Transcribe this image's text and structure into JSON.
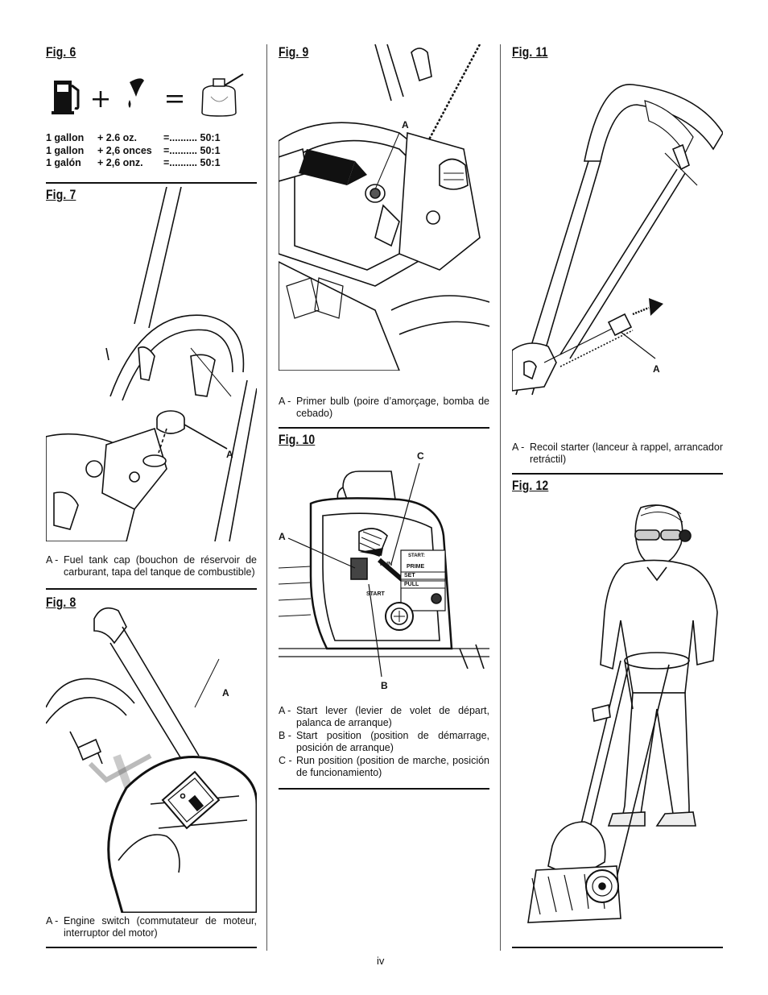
{
  "fig6": {
    "title": "Fig. 6",
    "mix": [
      {
        "a": "1 gallon",
        "b": "+      2.6 oz.",
        "c": "=.......... 50:1"
      },
      {
        "a": "1 gallon",
        "b": "+ 2,6 onces",
        "c": "=.......... 50:1"
      },
      {
        "a": "1 galón",
        "b": "+     2,6 onz.",
        "c": "=.......... 50:1"
      }
    ],
    "icons": [
      "gas-pump-icon",
      "plus-icon",
      "oil-drop-icon",
      "equals-icon",
      "fuel-can-icon"
    ]
  },
  "fig7": {
    "title": "Fig. 7",
    "callout": "A",
    "caption": [
      {
        "key": "A -",
        "text": "Fuel tank cap (bouchon de réservoir de carburant, tapa del tanque de combustible)"
      }
    ]
  },
  "fig8": {
    "title": "Fig. 8",
    "callout": "A",
    "caption": [
      {
        "key": "A -",
        "text": "Engine switch (commutateur de moteur, interruptor del motor)"
      }
    ]
  },
  "fig9": {
    "title": "Fig. 9",
    "callout": "A",
    "caption": [
      {
        "key": "A -",
        "text": "Primer bulb (poire d’amorçage, bomba de cebado)"
      }
    ]
  },
  "fig10": {
    "title": "Fig. 10",
    "callouts": {
      "a": "A",
      "b": "B",
      "c": "C"
    },
    "panel": {
      "run": "RUN",
      "start": "START",
      "prime": "PRIME",
      "set": "SET",
      "pull": "PULL",
      "start_hdr": "START:"
    },
    "caption": [
      {
        "key": "A -",
        "text": "Start lever (levier de volet de départ, palanca de arranque)"
      },
      {
        "key": "B -",
        "text": "Start position (position de démarrage, posición de arranque)"
      },
      {
        "key": "C -",
        "text": "Run position (position de marche, posición de funcionamiento)"
      }
    ]
  },
  "fig11": {
    "title": "Fig. 11",
    "callout": "A",
    "caption": [
      {
        "key": "A -",
        "text": "Recoil starter (lanceur à rappel, arrancador retráctil)"
      }
    ]
  },
  "fig12": {
    "title": "Fig. 12"
  },
  "page_number": "iv"
}
